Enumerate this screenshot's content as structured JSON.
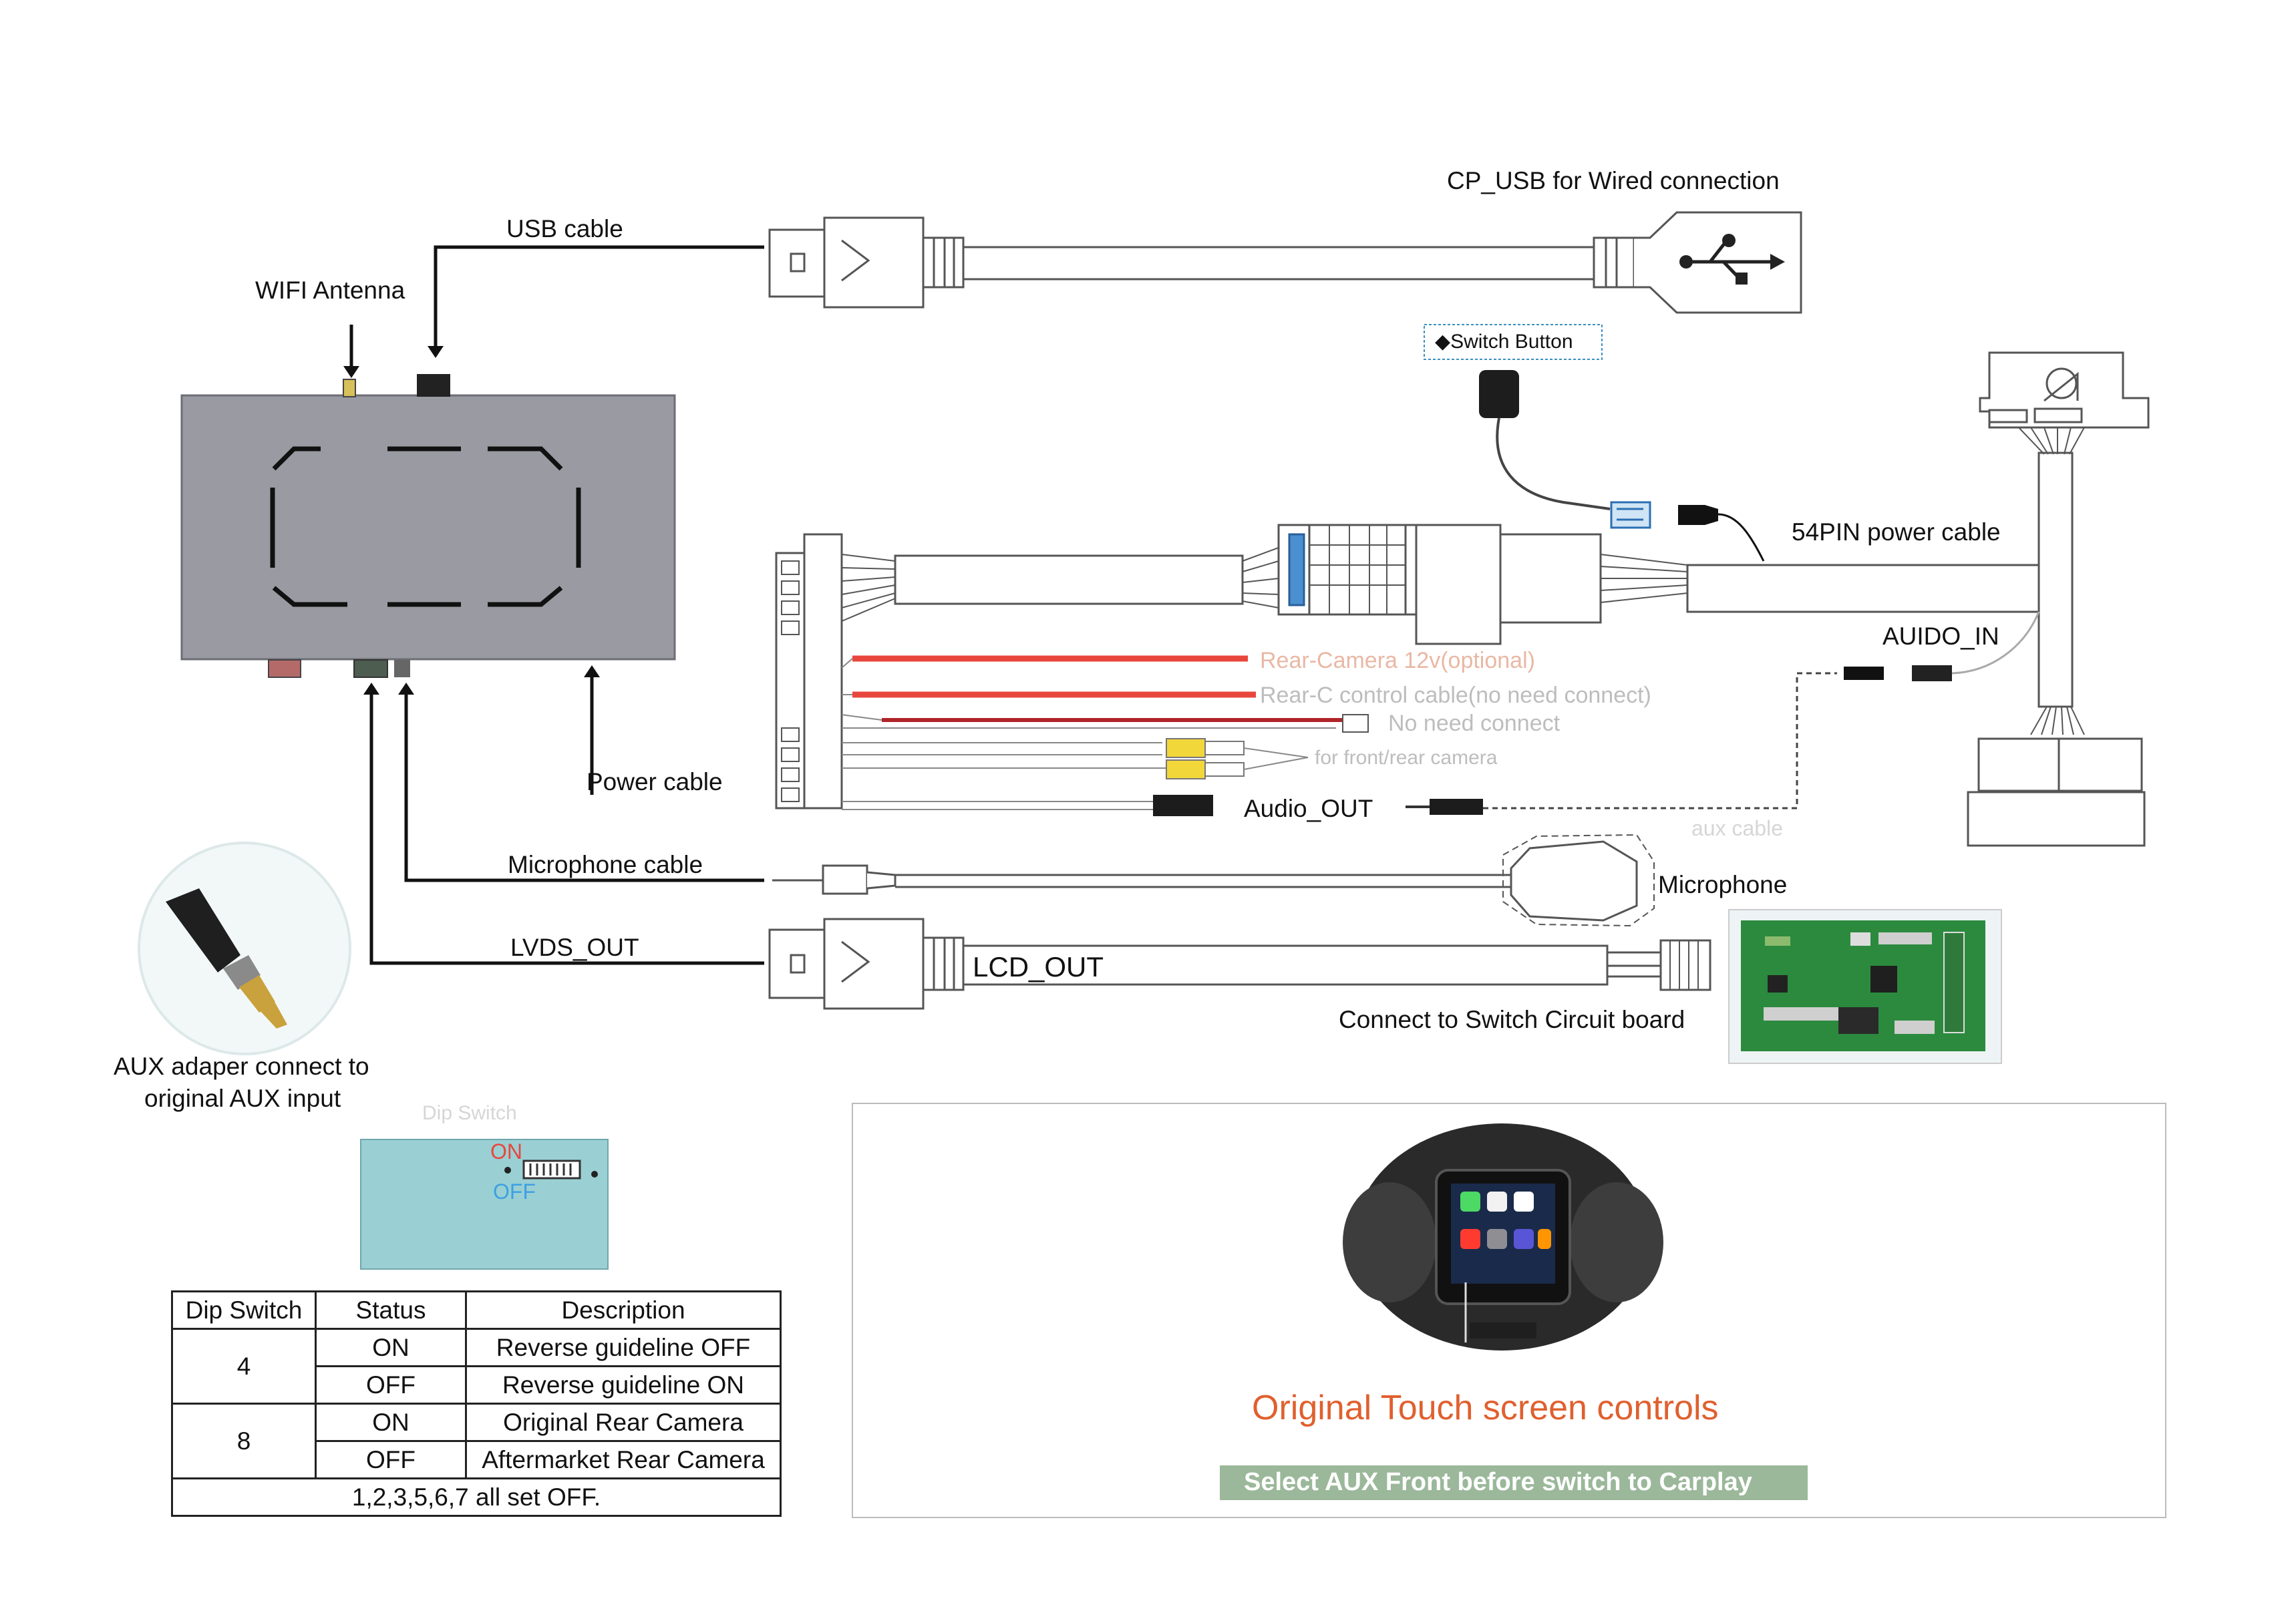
{
  "labels": {
    "cp_usb": "CP_USB for Wired connection",
    "usb_cable": "USB cable",
    "wifi_antenna": "WIFI Antenna",
    "switch_button": "◆Switch Button",
    "pin54": "54PIN power cable",
    "auido_in": "AUIDO_IN",
    "rear_camera_12v": "Rear-Camera 12v(optional)",
    "rear_c_control": "Rear-C control cable(no need connect)",
    "no_need_connect": "No need connect",
    "front_rear_camera": "for front/rear camera",
    "audio_out": "Audio_OUT",
    "aux_cable": "aux cable",
    "power_cable": "Power cable",
    "microphone_cable": "Microphone cable",
    "microphone": "Microphone",
    "lvds_out": "LVDS_OUT",
    "lcd_out": "LCD_OUT",
    "connect_switch": "Connect to Switch Circuit board",
    "aux_adapter_line1": "AUX adaper connect to",
    "aux_adapter_line2": "original AUX input",
    "dip_switch_caption": "Dip Switch",
    "on": "ON",
    "off": "OFF",
    "touch_controls": "Original Touch screen controls",
    "select_aux": "Select AUX Front before switch to Carplay"
  },
  "dip_table": {
    "headers": [
      "Dip Switch",
      "Status",
      "Description"
    ],
    "rows": [
      {
        "switch": "4",
        "status": "ON",
        "description": "Reverse guideline OFF"
      },
      {
        "switch": "",
        "status": "OFF",
        "description": "Reverse guideline ON"
      },
      {
        "switch": "8",
        "status": "ON",
        "description": "Original Rear Camera"
      },
      {
        "switch": "",
        "status": "OFF",
        "description": "Aftermarket Rear Camera"
      }
    ],
    "footer": "1,2,3,5,6,7 all set OFF."
  },
  "colors": {
    "box_gray": "#9a9aa2",
    "red_wire": "#e8463d",
    "touch_text": "#e0602f",
    "on_red": "#e8463d",
    "off_blue": "#3fa0e0"
  }
}
